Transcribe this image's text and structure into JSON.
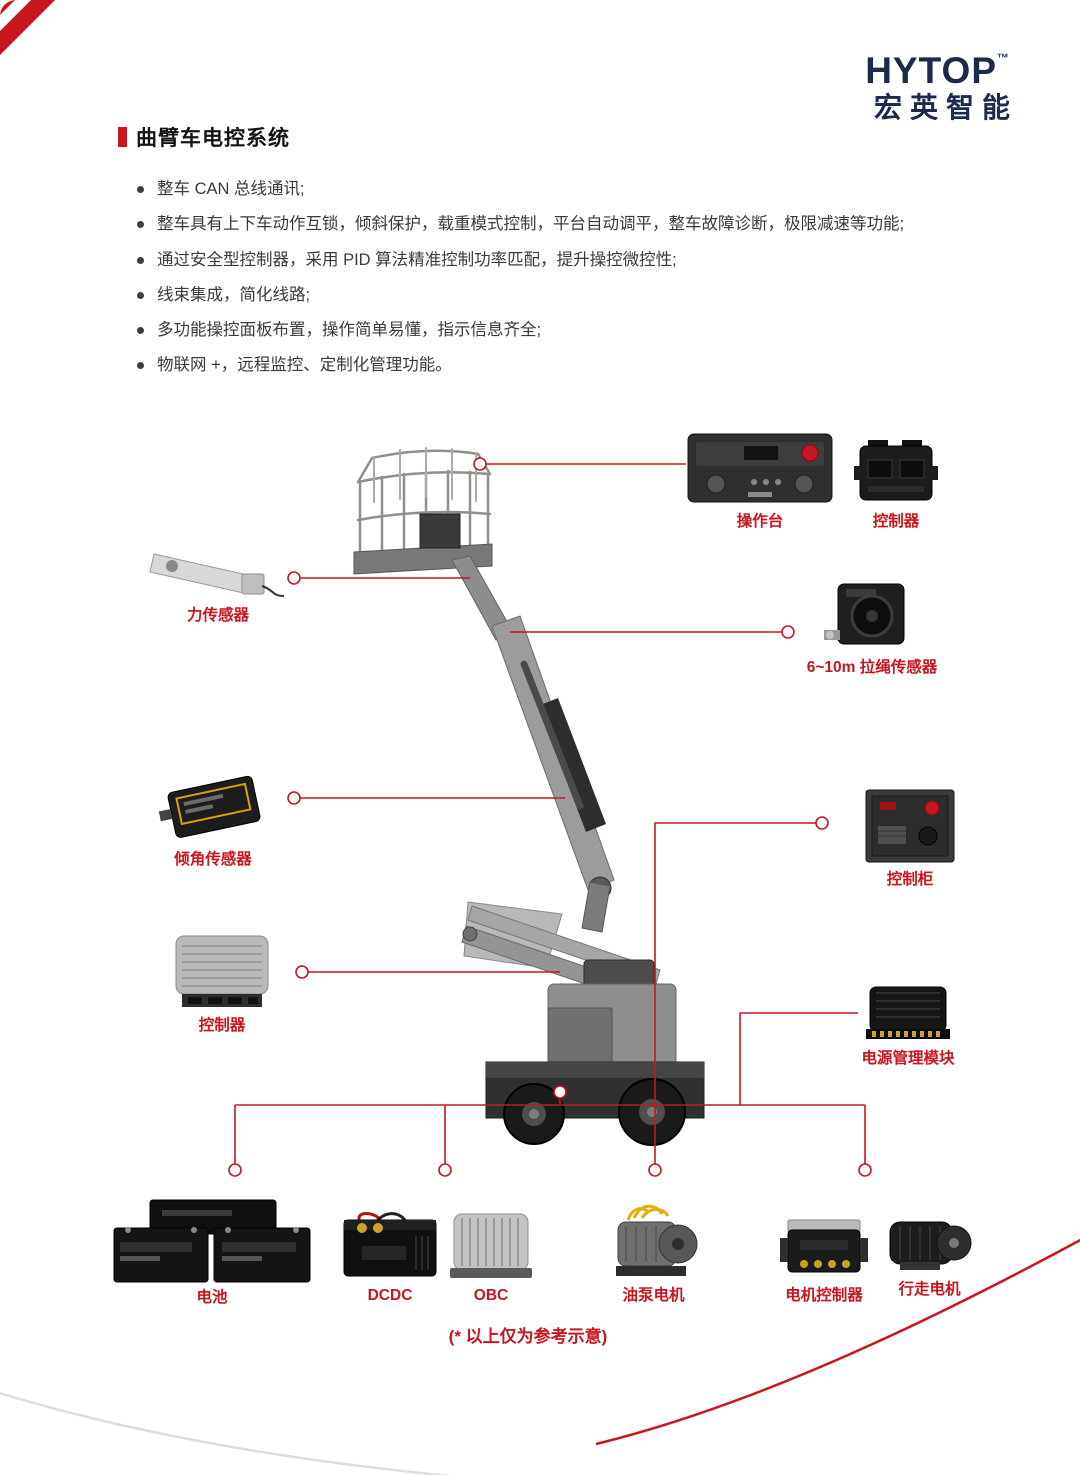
{
  "brand": {
    "name": "HYTOP",
    "tm": "™",
    "subtitle": "宏英智能"
  },
  "section_title": "曲臂车电控系统",
  "features": [
    "整车 CAN 总线通讯;",
    "整车具有上下车动作互锁，倾斜保护，载重模式控制，平台自动调平，整车故障诊断，极限减速等功能;",
    "通过安全型控制器，采用 PID 算法精准控制功率匹配，提升操控微控性;",
    "线束集成，简化线路;",
    "多功能操控面板布置，操作简单易懂，指示信息齐全;",
    "物联网 +，远程监控、定制化管理功能。"
  ],
  "callouts": {
    "console": {
      "label": "操作台"
    },
    "controller_top": {
      "label": "控制器"
    },
    "force_sensor": {
      "label": "力传感器"
    },
    "draw_wire_sensor": {
      "label": "6~10m 拉绳传感器"
    },
    "tilt_sensor": {
      "label": "倾角传感器"
    },
    "control_cabinet": {
      "label": "控制柜"
    },
    "controller_left": {
      "label": "控制器"
    },
    "power_module": {
      "label": "电源管理模块"
    }
  },
  "bottom_row": {
    "battery": {
      "label": "电池"
    },
    "dcdc": {
      "label": "DCDC"
    },
    "obc": {
      "label": "OBC"
    },
    "pump_motor": {
      "label": "油泵电机"
    },
    "motor_controller": {
      "label": "电机控制器"
    },
    "travel_motor": {
      "label": "行走电机"
    }
  },
  "footnote": "(* 以上仅为参考示意)",
  "colors": {
    "accent_red": "#c8161e",
    "brand_navy": "#1c2b4d"
  }
}
